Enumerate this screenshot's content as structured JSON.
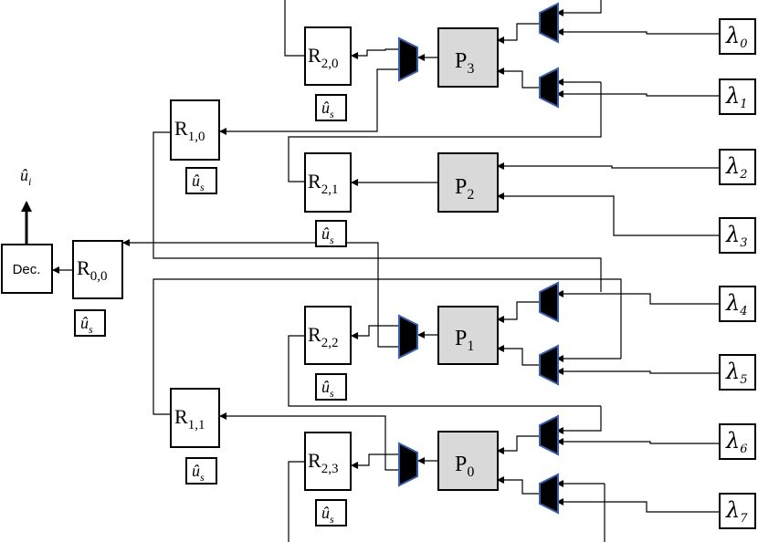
{
  "decoder": {
    "label": "Dec."
  },
  "output": {
    "symbol": "û",
    "sub": "i"
  },
  "estimate": {
    "symbol": "û",
    "sub": "s"
  },
  "receivers": [
    {
      "id": "r00",
      "main": "R",
      "sub": "0,0"
    },
    {
      "id": "r10",
      "main": "R",
      "sub": "1,0"
    },
    {
      "id": "r11",
      "main": "R",
      "sub": "1,1"
    },
    {
      "id": "r20",
      "main": "R",
      "sub": "2,0"
    },
    {
      "id": "r21",
      "main": "R",
      "sub": "2,1"
    },
    {
      "id": "r22",
      "main": "R",
      "sub": "2,2"
    },
    {
      "id": "r23",
      "main": "R",
      "sub": "2,3"
    }
  ],
  "processors": [
    {
      "id": "p3",
      "main": "P",
      "sub": "3"
    },
    {
      "id": "p2",
      "main": "P",
      "sub": "2"
    },
    {
      "id": "p1",
      "main": "P",
      "sub": "1"
    },
    {
      "id": "p0",
      "main": "P",
      "sub": "0"
    }
  ],
  "inputs": [
    {
      "main": "λ",
      "sub": "0"
    },
    {
      "main": "λ",
      "sub": "1"
    },
    {
      "main": "λ",
      "sub": "2"
    },
    {
      "main": "λ",
      "sub": "3"
    },
    {
      "main": "λ",
      "sub": "4"
    },
    {
      "main": "λ",
      "sub": "5"
    },
    {
      "main": "λ",
      "sub": "6"
    },
    {
      "main": "λ",
      "sub": "7"
    }
  ]
}
